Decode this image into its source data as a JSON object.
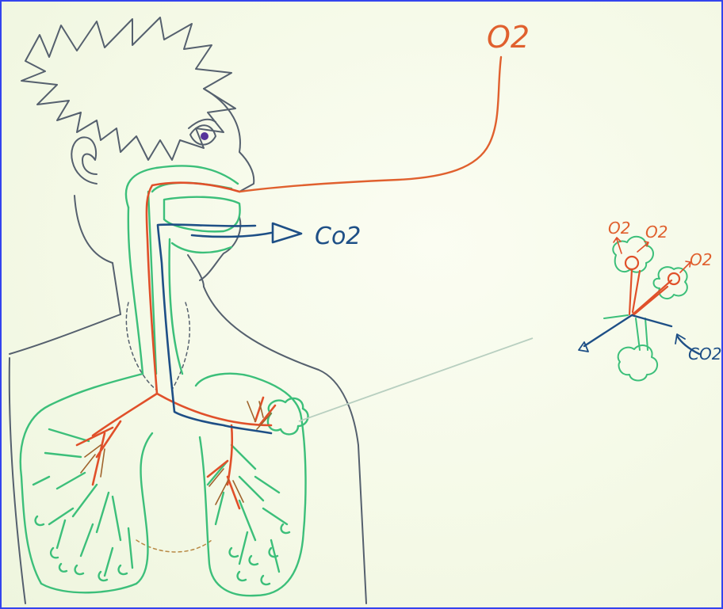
{
  "labels": {
    "o2_main": "O2",
    "co2_main": "Co2",
    "o2_alveolus_1": "O2",
    "o2_alveolus_2": "O2",
    "o2_alveolus_3": "O2",
    "co2_alveolus": "CO2"
  },
  "colors": {
    "frame_border": "#3344ee",
    "outline": "#55606e",
    "airway_green": "#3cbf7a",
    "oxygen_red": "#e0502a",
    "co2_blue": "#1e4f86",
    "lung_brown": "#a0642d"
  }
}
